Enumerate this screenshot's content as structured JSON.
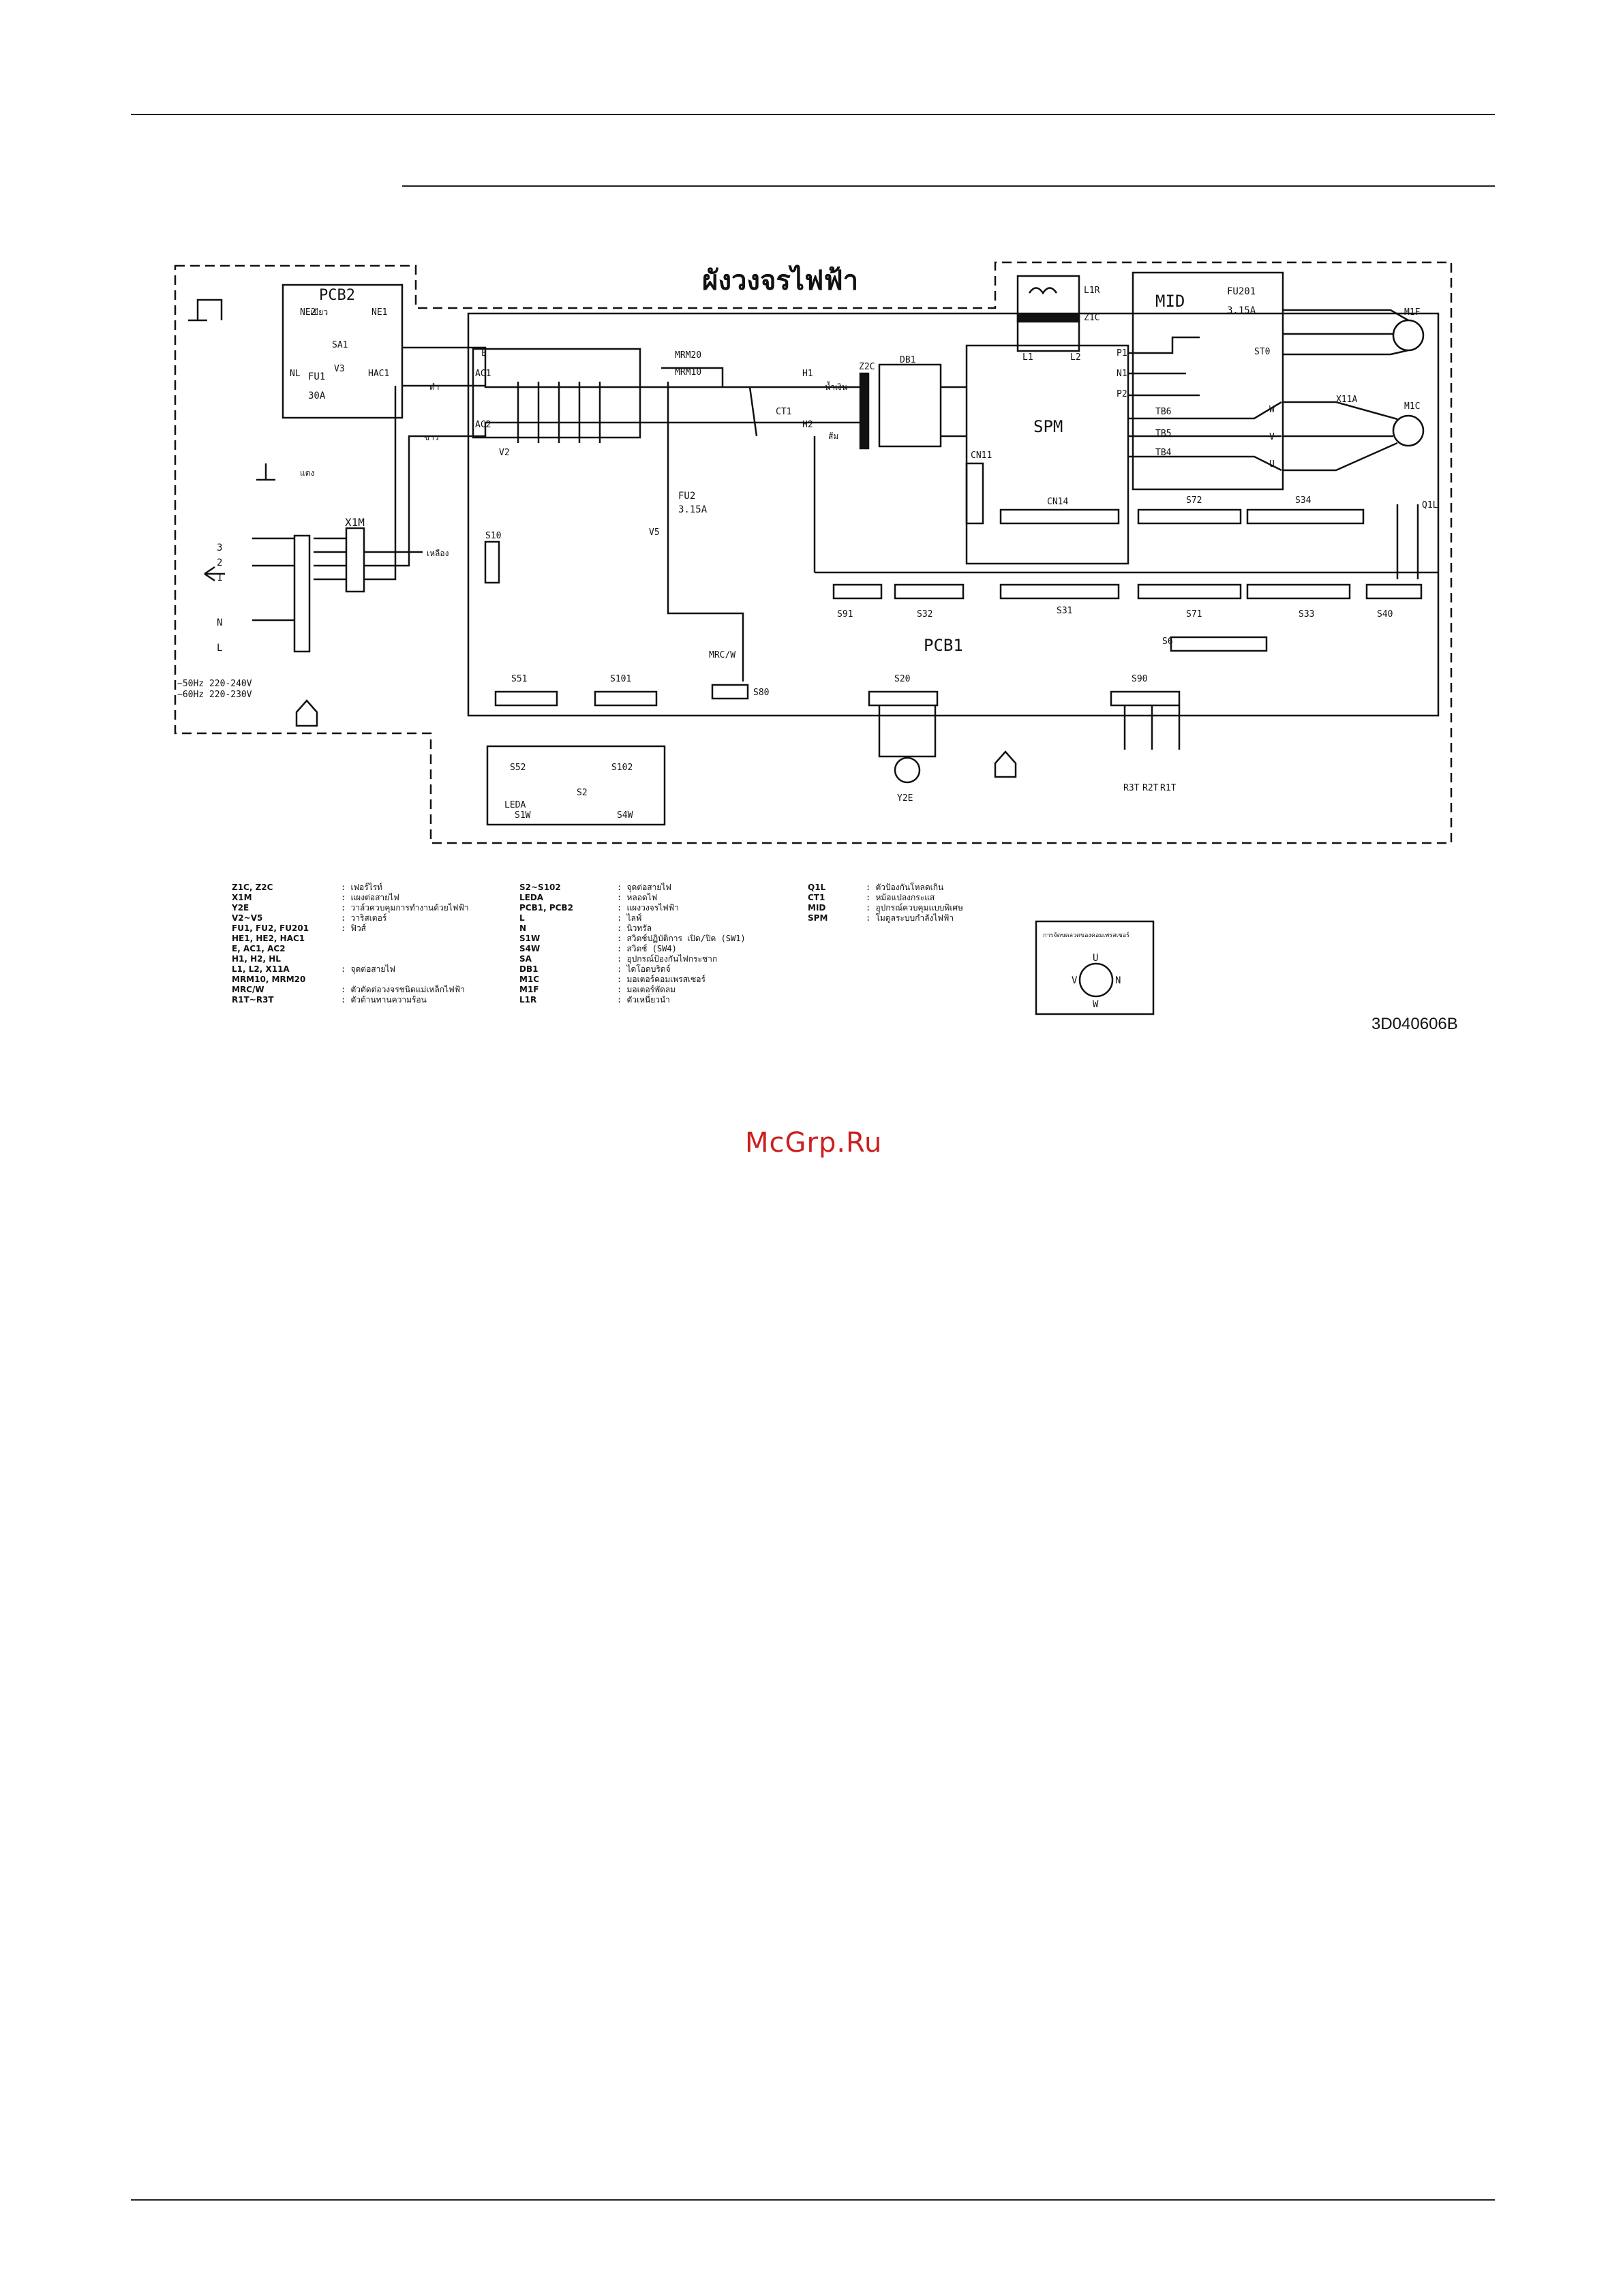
{
  "title": "ผังวงจรไฟฟ้า",
  "drawing_code": "3D040606B",
  "watermark": "McGrp.Ru",
  "footer_mark": "— — —",
  "boards": {
    "pcb1": "PCB1",
    "pcb2": "PCB2",
    "spm": "SPM",
    "mid": "MID",
    "x1m": "X1M"
  },
  "fuses": {
    "fu1": "FU1",
    "fu1_rating": "30A",
    "fu2": "FU2",
    "fu2_rating": "3.15A",
    "fu201": "FU201",
    "fu201_rating": "3.15A"
  },
  "supply": {
    "line1": "~50Hz 220-240V",
    "line2": "~60Hz 220-230V"
  },
  "legend": [
    {
      "code": "Z1C, Z2C",
      "desc": ": เฟอร์ไรท์"
    },
    {
      "code": "X1M",
      "desc": ": แผงต่อสายไฟ"
    },
    {
      "code": "Y2E",
      "desc": ": วาล์วควบคุมการทำงานด้วยไฟฟ้า"
    },
    {
      "code": "V2~V5",
      "desc": ": วาริสเตอร์"
    },
    {
      "code": "FU1, FU2, FU201",
      "desc": ": ฟิวส์"
    },
    {
      "code": "HE1, HE2, HAC1",
      "desc": ""
    },
    {
      "code": "E, AC1, AC2",
      "desc": ""
    },
    {
      "code": "H1, H2, HL",
      "desc": ""
    },
    {
      "code": "L1, L2, X11A",
      "desc": ": จุดต่อสายไฟ"
    },
    {
      "code": "MRM10, MRM20",
      "desc": ""
    },
    {
      "code": "MRC/W",
      "desc": ": ตัวตัดต่อวงจรชนิดแม่เหล็กไฟฟ้า"
    },
    {
      "code": "R1T~R3T",
      "desc": ": ตัวต้านทานความร้อน"
    },
    {
      "code": "S2~S102",
      "desc": ": จุดต่อสายไฟ"
    },
    {
      "code": "LEDA",
      "desc": ": หลอดไฟ"
    },
    {
      "code": "PCB1, PCB2",
      "desc": ": แผงวงจรไฟฟ้า"
    },
    {
      "code": "L",
      "desc": ": ไลฟ์"
    },
    {
      "code": "N",
      "desc": ": นิวทรัล"
    },
    {
      "code": "S1W",
      "desc": ": สวิตช์ปฏิบัติการ เปิด/ปิด (SW1)"
    },
    {
      "code": "S4W",
      "desc": ": สวิตช์ (SW4)"
    },
    {
      "code": "SA",
      "desc": ": อุปกรณ์ป้องกันไฟกระชาก"
    },
    {
      "code": "DB1",
      "desc": ": ไดโอดบริดจ์"
    },
    {
      "code": "M1C",
      "desc": ": มอเตอร์คอมเพรสเซอร์"
    },
    {
      "code": "M1F",
      "desc": ": มอเตอร์พัดลม"
    },
    {
      "code": "L1R",
      "desc": ": ตัวเหนี่ยวนำ"
    },
    {
      "code": "Q1L",
      "desc": ": ตัวป้องกันโหลดเกิน"
    },
    {
      "code": "CT1",
      "desc": ": หม้อแปลงกระแส"
    },
    {
      "code": "MID",
      "desc": ": อุปกรณ์ควบคุมแบบพิเศษ"
    },
    {
      "code": "SPM",
      "desc": ": โมดูลระบบกำลังไฟฟ้า"
    }
  ],
  "terminals": [
    "NE2",
    "NE1",
    "NL",
    "HAC1",
    "E",
    "AC1",
    "AC2",
    "H1",
    "H2",
    "L1",
    "L2",
    "P1",
    "N1",
    "P2",
    "W",
    "V",
    "U",
    "Z2C",
    "DB1",
    "CT1",
    "V2",
    "V3",
    "V5",
    "SA1",
    "Z1C",
    "L1R",
    "ST0",
    "TB6",
    "TB5",
    "TB4",
    "X11A",
    "M1F",
    "M1C",
    "Q1L",
    "R1T",
    "R2T",
    "R3T",
    "MRM10",
    "MRM20",
    "MRC/W",
    "Y2E",
    "LEDA",
    "S1W",
    "S4W",
    "S2",
    "S10",
    "S20",
    "S31",
    "S32",
    "S33",
    "S34",
    "S40",
    "S51",
    "S52",
    "S6",
    "S71",
    "S72",
    "S80",
    "S90",
    "S91",
    "S101",
    "S102",
    "CN11",
    "CN14"
  ],
  "connectors": [
    "S91",
    "S32",
    "S31",
    "S71",
    "S33",
    "S40",
    "S6",
    "S72",
    "S34",
    "S51",
    "S101",
    "S20",
    "S90",
    "S52",
    "S102",
    "S80",
    "S10"
  ],
  "wire_colors": [
    "เขียว",
    "ดำ",
    "ขาว",
    "แดง",
    "เหลือง",
    "น้ำเงิน",
    "ส้ม"
  ],
  "x1m_pins": [
    "3",
    "2",
    "1",
    "N",
    "L"
  ],
  "mid_phase_box": {
    "title": "การจัดขดลวดของคอมเพรสเซอร์",
    "u": "U",
    "v": "V",
    "w": "W",
    "n": "N"
  }
}
